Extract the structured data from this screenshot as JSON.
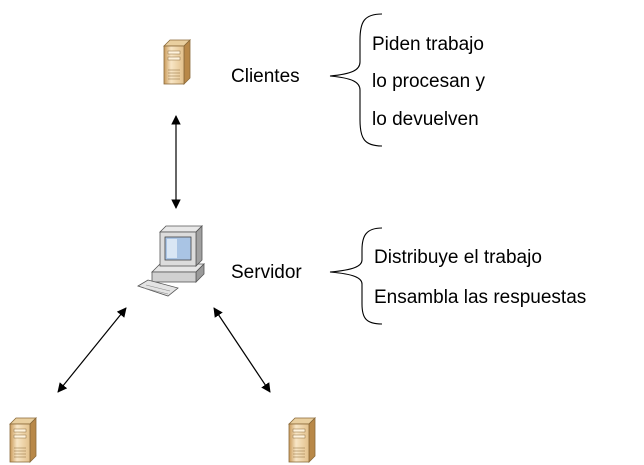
{
  "nodes": {
    "clientes": {
      "label": "Clientes",
      "icon": "server-tower-icon"
    },
    "servidor": {
      "label": "Servidor",
      "icon": "desktop-computer-icon"
    },
    "worker_left": {
      "icon": "server-tower-icon"
    },
    "worker_right": {
      "icon": "server-tower-icon"
    }
  },
  "notes": {
    "clientes": [
      "Piden trabajo",
      "lo procesan y",
      "lo devuelven"
    ],
    "servidor": [
      "Distribuye el trabajo",
      "Ensambla las respuestas"
    ]
  },
  "colors": {
    "tower_front": "#f3dcb6",
    "tower_side": "#c99a5a",
    "tower_edge": "#8a6a3a",
    "monitor_body": "#d8d8d8",
    "screen": "#a9c4e4",
    "stroke": "#000000"
  }
}
